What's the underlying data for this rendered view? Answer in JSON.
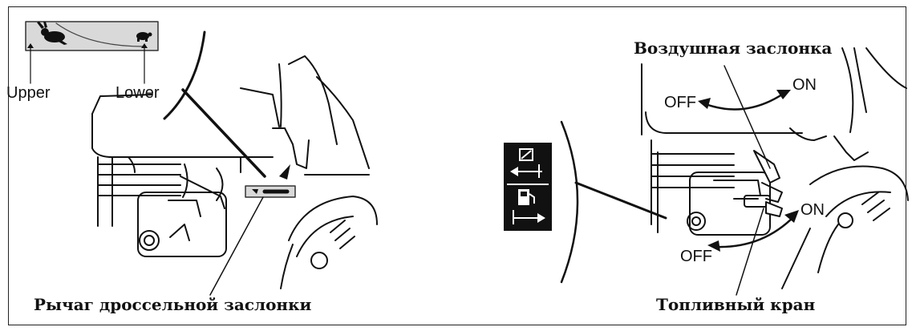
{
  "left_figure": {
    "speed_labels": {
      "upper": "Upper",
      "lower": "Lower"
    },
    "icons": {
      "fast": "rabbit-icon",
      "slow": "turtle-icon"
    },
    "caption": "Рычаг дроссельной заслонки"
  },
  "right_figure": {
    "choke_label": "Воздушная заслонка",
    "choke_on": "ON",
    "choke_off": "OFF",
    "fuel_on": "ON",
    "fuel_off": "OFF",
    "caption": "Топливный кран",
    "icons": {
      "choke": "choke-icon",
      "fuel": "fuel-pump-icon"
    }
  }
}
